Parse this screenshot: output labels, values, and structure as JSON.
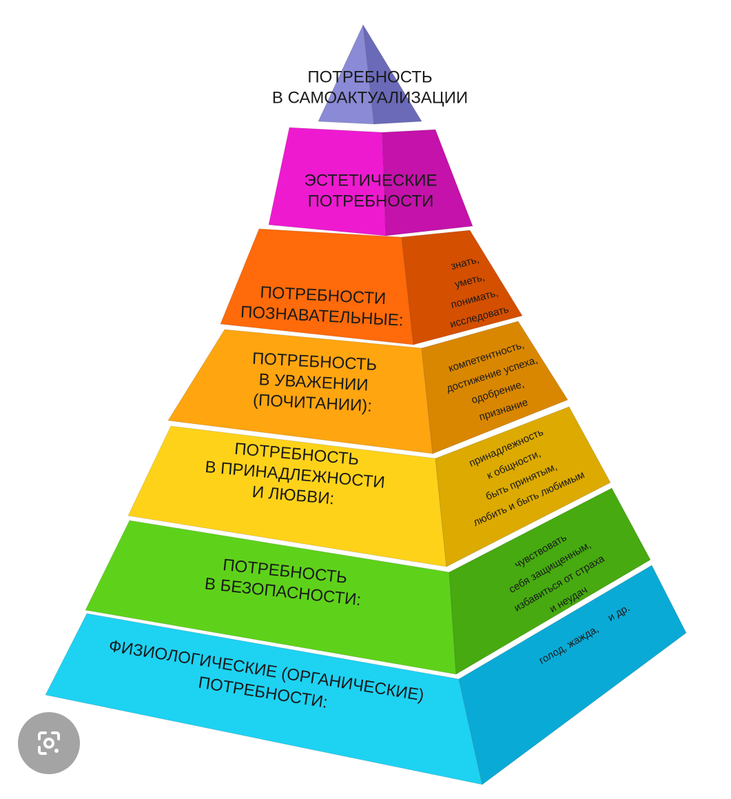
{
  "pyramid": {
    "levels": [
      {
        "id": "self-actualization",
        "title_lines": [
          "ПОТРЕБНОСТЬ",
          "В САМОАКТУАЛИЗАЦИИ"
        ],
        "side_lines": [],
        "colors": {
          "front": "#8a8ad6",
          "side": "#6a6ab8"
        }
      },
      {
        "id": "aesthetic",
        "title_lines": [
          "ЭСТЕТИЧЕСКИЕ",
          "ПОТРЕБНОСТИ"
        ],
        "side_lines": [],
        "colors": {
          "front": "#ee1ad0",
          "side": "#c412aa"
        }
      },
      {
        "id": "cognitive",
        "title_lines": [
          "ПОТРЕБНОСТИ",
          "ПОЗНАВАТЕЛЬНЫЕ:"
        ],
        "side_lines": [
          "знать,",
          "уметь,",
          "понимать,",
          "исследовать"
        ],
        "colors": {
          "front": "#ff6a0a",
          "side": "#d44f00"
        }
      },
      {
        "id": "esteem",
        "title_lines": [
          "ПОТРЕБНОСТЬ",
          "В УВАЖЕНИИ",
          "(ПОЧИТАНИИ):"
        ],
        "side_lines": [
          "компетентность,",
          "достижение успеха,",
          "одобрение,",
          "признание"
        ],
        "colors": {
          "front": "#ffa510",
          "side": "#d98700"
        }
      },
      {
        "id": "belonging",
        "title_lines": [
          "ПОТРЕБНОСТЬ",
          "В ПРИНАДЛЕЖНОСТИ",
          "И ЛЮБВИ:"
        ],
        "side_lines": [
          "принадлежность",
          "к общности,",
          "быть принятым,",
          "любить и быть любимым"
        ],
        "colors": {
          "front": "#ffd21a",
          "side": "#dcaa00"
        }
      },
      {
        "id": "safety",
        "title_lines": [
          "ПОТРЕБНОСТЬ",
          "В БЕЗОПАСНОСТИ:"
        ],
        "side_lines": [
          "чувствовать",
          "себя защищенным,",
          "избавиться от страха",
          "и неудач"
        ],
        "colors": {
          "front": "#5ed21a",
          "side": "#46aa10"
        }
      },
      {
        "id": "physiological",
        "title_lines": [
          "ФИЗИОЛОГИЧЕСКИЕ (ОРГАНИЧЕСКИЕ)",
          "ПОТРЕБНОСТИ:"
        ],
        "side_lines": [
          "голод, жажда,",
          "и др."
        ],
        "colors": {
          "front": "#1ed2f2",
          "side": "#0aaad6"
        }
      }
    ]
  },
  "overlay": {
    "icon": "lens-search-icon"
  }
}
